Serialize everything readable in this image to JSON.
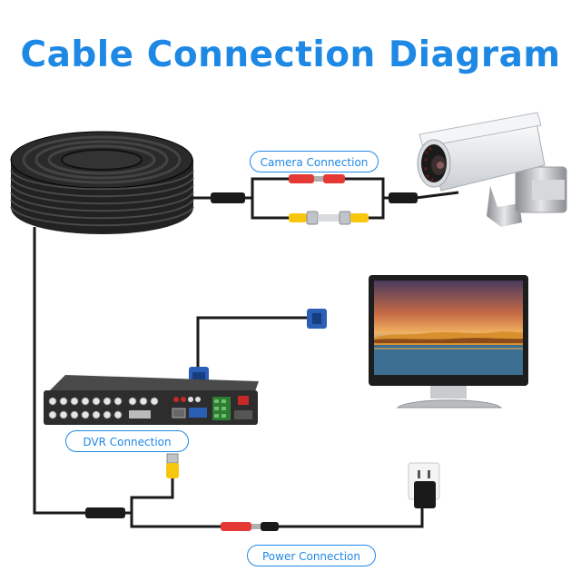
{
  "title": "Cable Connection Diagram",
  "labels": {
    "camera": "Camera Connection",
    "dvr": "DVR Connection",
    "power": "Power Connection"
  },
  "colors": {
    "accent": "#1e88e5",
    "cable": "#1a1a1a",
    "power_plug": "#e53935",
    "video_plug": "#f9c60e"
  },
  "icons": [
    "cable-coil-icon",
    "security-camera-icon",
    "monitor-icon",
    "dvr-recorder-icon",
    "vga-connector-icon",
    "bnc-connector-icon",
    "power-adapter-icon",
    "wall-outlet-icon"
  ]
}
